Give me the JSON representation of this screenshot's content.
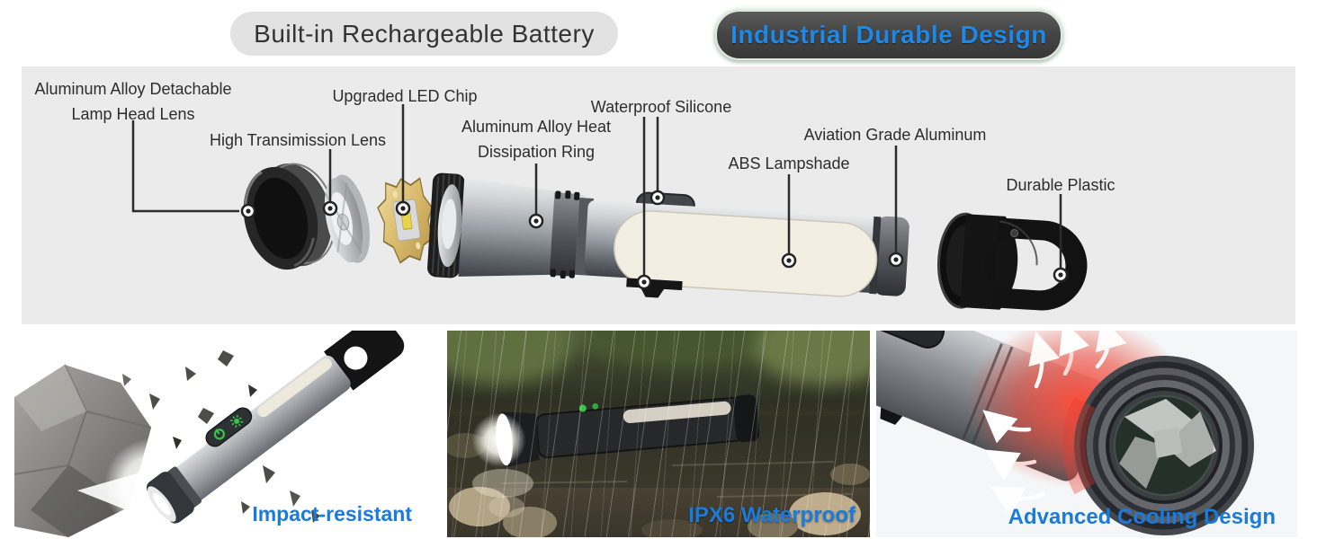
{
  "badges": {
    "battery": "Built-in Rechargeable Battery",
    "durable": "Industrial Durable Design"
  },
  "diagram": {
    "callouts": [
      {
        "id": "lamp-head-lens",
        "text": "Aluminum Alloy Detachable\nLamp Head Lens"
      },
      {
        "id": "high-transmission-lens",
        "text": "High Transimission Lens"
      },
      {
        "id": "led-chip",
        "text": "Upgraded LED Chip"
      },
      {
        "id": "heat-dissipation-ring",
        "text": "Aluminum Alloy Heat\nDissipation Ring"
      },
      {
        "id": "waterproof-silicone",
        "text": "Waterproof Silicone"
      },
      {
        "id": "abs-lampshade",
        "text": "ABS Lampshade"
      },
      {
        "id": "aviation-grade-aluminum",
        "text": "Aviation Grade Aluminum"
      },
      {
        "id": "durable-plastic",
        "text": "Durable Plastic"
      }
    ]
  },
  "features": [
    {
      "id": "impact",
      "caption": "Impact-resistant"
    },
    {
      "id": "water",
      "caption": "IPX6 Waterproof"
    },
    {
      "id": "cooling",
      "caption": "Advanced Cooling Design"
    }
  ],
  "icons": {
    "power_button": "power-icon",
    "light_mode": "light-mode-icon"
  },
  "colors": {
    "accent_blue": "#1a7bdb",
    "badge_blue": "#1e88e8",
    "band_bg": "#ebebeb",
    "green_button": "#39c24a"
  }
}
